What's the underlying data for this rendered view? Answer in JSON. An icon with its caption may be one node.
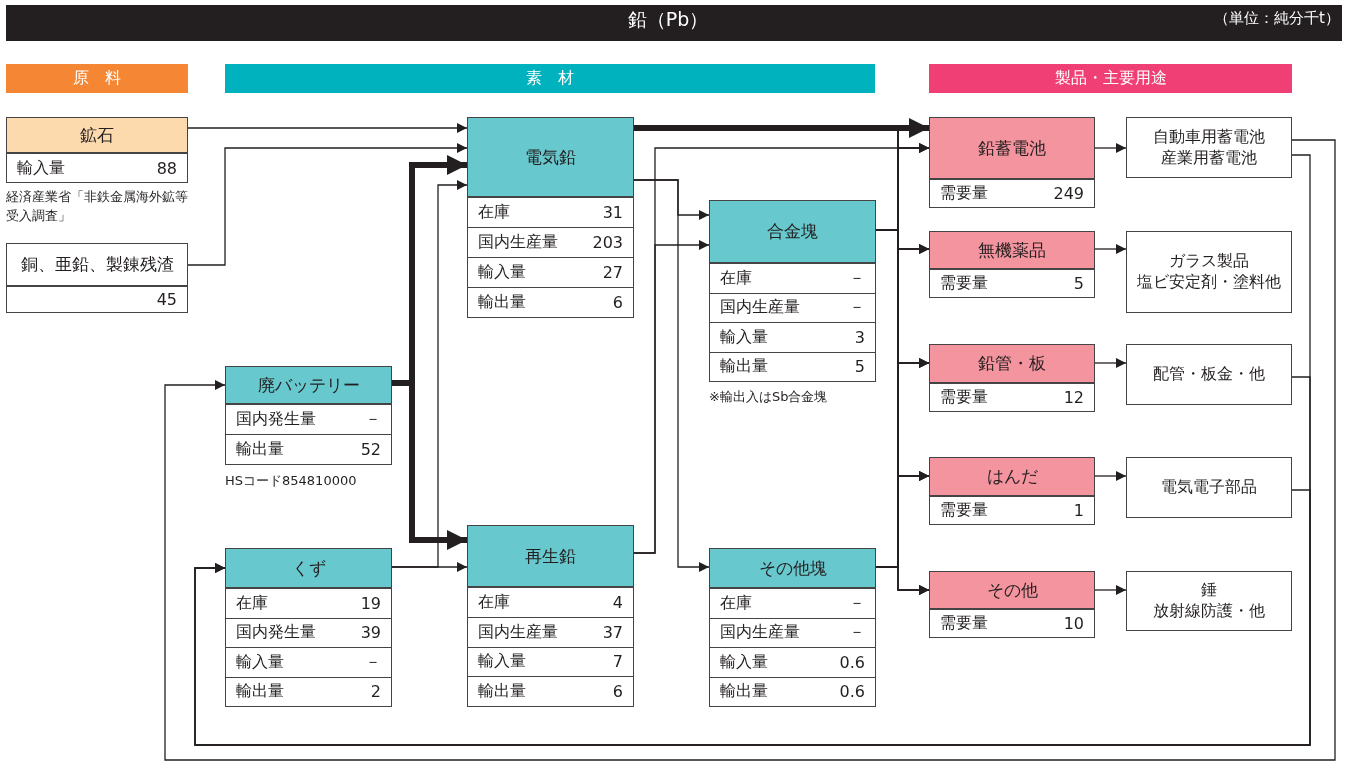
{
  "diagram": {
    "title": "鉛（Pb）",
    "nodes": [
      {
        "text": [
          "原　料"
        ]
      },
      {
        "text": [
          "素　材"
        ]
      },
      {
        "text": [
          "製品・主要用途"
        ]
      },
      {
        "text": [
          "鉱石",
          "輸入量",
          "88"
        ],
        "beside": [
          "経済産業省「非鉄金属海外鉱等受入調査」"
        ]
      },
      {
        "text": [
          "銅、亜鉛、製錬残渣",
          "45"
        ]
      },
      {
        "text": [
          "廃バッテリー",
          "国内発生量",
          "－",
          "輸出量",
          "52"
        ],
        "beside": [
          "HSコード854810000"
        ]
      },
      {
        "text": [
          "くず",
          "在庫",
          "19",
          "国内発生量",
          "39",
          "輸入量",
          "－",
          "輸出量",
          "2"
        ]
      },
      {
        "text": [
          "電気鉛",
          "在庫",
          "31",
          "国内生産量",
          "203",
          "輸入量",
          "27",
          "輸出量",
          "6"
        ]
      },
      {
        "text": [
          "再生鉛",
          "在庫",
          "4",
          "国内生産量",
          "37",
          "輸入量",
          "7",
          "輸出量",
          "6"
        ]
      },
      {
        "text": [
          "合金塊",
          "在庫",
          "－",
          "国内生産量",
          "－",
          "輸入量",
          "3",
          "輸出量",
          "5"
        ],
        "beside": [
          "※輸出入はSb合金塊"
        ]
      },
      {
        "text": [
          "その他塊",
          "在庫",
          "－",
          "国内生産量",
          "－",
          "輸入量",
          "0.6",
          "輸出量",
          "0.6"
        ]
      },
      {
        "text": [
          "鉛蓄電池",
          "需要量",
          "249"
        ]
      },
      {
        "text": [
          "無機薬品",
          "需要量",
          "5"
        ]
      },
      {
        "text": [
          "鉛管・板",
          "需要量",
          "12"
        ]
      },
      {
        "text": [
          "はんだ",
          "需要量",
          "1"
        ]
      },
      {
        "text": [
          "その他",
          "需要量",
          "10"
        ]
      },
      {
        "text": [
          "自動車用蓄電池",
          "産業用蓄電池"
        ]
      },
      {
        "text": [
          "ガラス製品",
          "塩ビ安定剤・塗料他"
        ]
      },
      {
        "text": [
          "配管・板金・他"
        ]
      },
      {
        "text": [
          "電気電子部品"
        ]
      },
      {
        "text": [
          "錘",
          "放射線防護・他"
        ]
      }
    ],
    "edges": [
      {
        "from": 3,
        "to": 7,
        "arrow": "to"
      },
      {
        "from": 4,
        "to": 7,
        "arrow": "to"
      },
      {
        "from": 5,
        "to": 7,
        "arrow": "to",
        "style": "thick"
      },
      {
        "from": 6,
        "to": 7,
        "arrow": "to"
      },
      {
        "from": 5,
        "to": 8,
        "arrow": "to",
        "style": "thick"
      },
      {
        "from": 6,
        "to": 8,
        "arrow": "to"
      },
      {
        "from": 7,
        "to": 11,
        "arrow": "to",
        "style": "thick"
      },
      {
        "from": 8,
        "to": 11,
        "arrow": "to"
      },
      {
        "from": 7,
        "to": 9,
        "arrow": "to"
      },
      {
        "from": 8,
        "to": 9,
        "arrow": "to"
      },
      {
        "from": 7,
        "to": 10,
        "arrow": "to"
      },
      {
        "from": 7,
        "to": 12,
        "arrow": "to"
      },
      {
        "from": 7,
        "to": 13,
        "arrow": "to"
      },
      {
        "from": 7,
        "to": 14,
        "arrow": "to"
      },
      {
        "from": 7,
        "to": 15,
        "arrow": "to"
      },
      {
        "from": 9,
        "to": 11,
        "arrow": "to"
      },
      {
        "from": 9,
        "to": 12,
        "arrow": "to"
      },
      {
        "from": 9,
        "to": 13,
        "arrow": "to"
      },
      {
        "from": 9,
        "to": 14,
        "arrow": "to"
      },
      {
        "from": 9,
        "to": 15,
        "arrow": "to"
      },
      {
        "from": 10,
        "to": 11,
        "arrow": "to"
      },
      {
        "from": 10,
        "to": 12,
        "arrow": "to"
      },
      {
        "from": 10,
        "to": 13,
        "arrow": "to"
      },
      {
        "from": 10,
        "to": 14,
        "arrow": "to"
      },
      {
        "from": 10,
        "to": 15,
        "arrow": "to"
      },
      {
        "from": 11,
        "to": 16,
        "arrow": "to"
      },
      {
        "from": 12,
        "to": 17,
        "arrow": "to"
      },
      {
        "from": 13,
        "to": 18,
        "arrow": "to"
      },
      {
        "from": 14,
        "to": 19,
        "arrow": "to"
      },
      {
        "from": 15,
        "to": 20,
        "arrow": "to"
      },
      {
        "from": 16,
        "to": 5,
        "arrow": "to"
      },
      {
        "from": 16,
        "to": 6,
        "arrow": "to"
      },
      {
        "from": 18,
        "to": 6,
        "arrow": "to"
      },
      {
        "from": 19,
        "to": 6,
        "arrow": "to"
      }
    ],
    "labels": [
      "（単位：純分千t）"
    ]
  }
}
